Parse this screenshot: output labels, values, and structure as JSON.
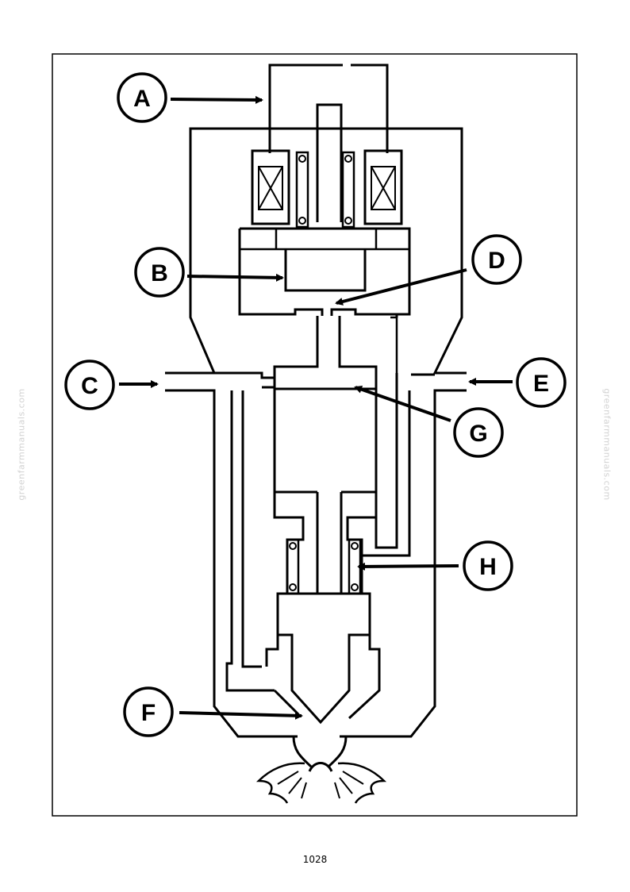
{
  "diagram": {
    "callouts": [
      {
        "id": "A",
        "label": "A"
      },
      {
        "id": "B",
        "label": "B"
      },
      {
        "id": "C",
        "label": "C"
      },
      {
        "id": "D",
        "label": "D"
      },
      {
        "id": "E",
        "label": "E"
      },
      {
        "id": "F",
        "label": "F"
      },
      {
        "id": "G",
        "label": "G"
      },
      {
        "id": "H",
        "label": "H"
      }
    ]
  },
  "watermark": "greenfarmmanuals.com",
  "page_number": "1028",
  "colors": {
    "line": "#000000",
    "background": "#ffffff",
    "watermark": "#d2d2d2"
  }
}
